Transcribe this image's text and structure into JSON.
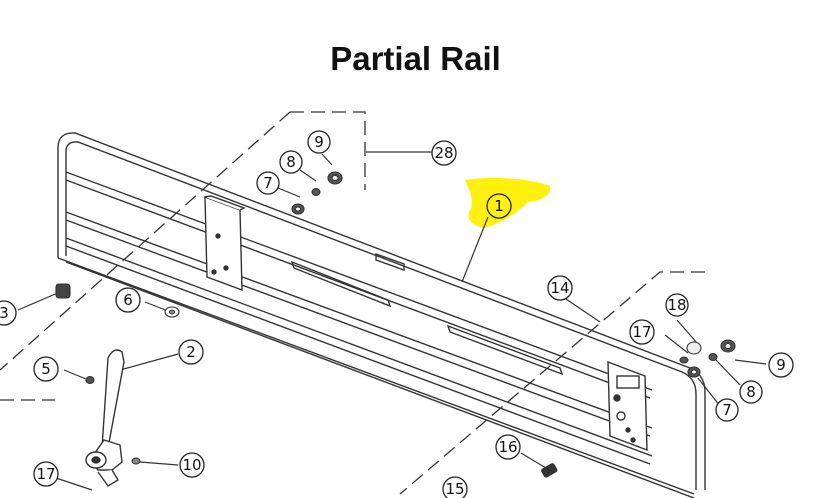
{
  "title": "Partial Rail",
  "highlight_color": "#ffef00",
  "callouts": [
    {
      "id": "c28",
      "label": "28"
    },
    {
      "id": "c9a",
      "label": "9"
    },
    {
      "id": "c8a",
      "label": "8"
    },
    {
      "id": "c7a",
      "label": "7"
    },
    {
      "id": "c1",
      "label": "1"
    },
    {
      "id": "c14",
      "label": "14"
    },
    {
      "id": "c18",
      "label": "18"
    },
    {
      "id": "c17a",
      "label": "17"
    },
    {
      "id": "c9b",
      "label": "9"
    },
    {
      "id": "c8b",
      "label": "8"
    },
    {
      "id": "c7b",
      "label": "7"
    },
    {
      "id": "c6",
      "label": "6"
    },
    {
      "id": "c2",
      "label": "2"
    },
    {
      "id": "c3",
      "label": "3"
    },
    {
      "id": "c5",
      "label": "5"
    },
    {
      "id": "c10",
      "label": "10"
    },
    {
      "id": "c17b",
      "label": "17"
    },
    {
      "id": "c16",
      "label": "16"
    },
    {
      "id": "c15",
      "label": "15"
    }
  ]
}
